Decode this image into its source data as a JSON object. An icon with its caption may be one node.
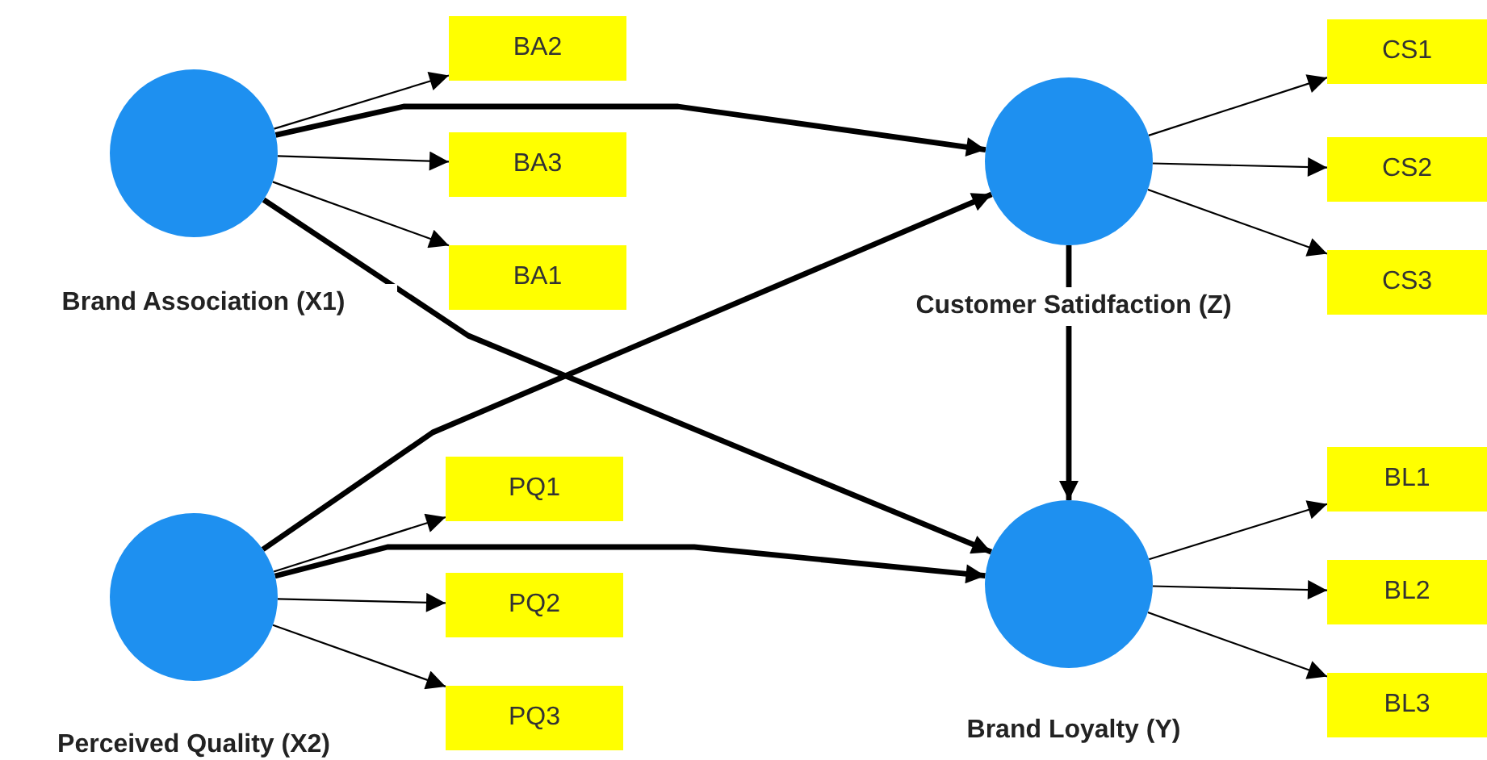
{
  "diagram": {
    "nodes": [
      {
        "text": [],
        "shape": "circle",
        "beside": [
          "Brand Association (X1)"
        ]
      },
      {
        "text": [
          "BA2"
        ]
      },
      {
        "text": [
          "BA3"
        ]
      },
      {
        "text": [
          "BA1"
        ]
      },
      {
        "text": [],
        "shape": "circle",
        "beside": [
          "Customer Satidfaction (Z)"
        ]
      },
      {
        "text": [
          "CS1"
        ]
      },
      {
        "text": [
          "CS2"
        ]
      },
      {
        "text": [
          "CS3"
        ]
      },
      {
        "text": [],
        "shape": "circle",
        "beside": [
          "Perceived Quality (X2)"
        ]
      },
      {
        "text": [
          "PQ1"
        ]
      },
      {
        "text": [
          "PQ2"
        ]
      },
      {
        "text": [
          "PQ3"
        ]
      },
      {
        "text": [],
        "shape": "circle",
        "beside": [
          "Brand Loyalty (Y)"
        ]
      },
      {
        "text": [
          "BL1"
        ]
      },
      {
        "text": [
          "BL2"
        ]
      },
      {
        "text": [
          "BL3"
        ]
      }
    ],
    "edges": [
      {
        "from": 0,
        "to": 1,
        "arrow": "to"
      },
      {
        "from": 0,
        "to": 2,
        "arrow": "to"
      },
      {
        "from": 0,
        "to": 3,
        "arrow": "to"
      },
      {
        "from": 0,
        "to": 4,
        "arrow": "to",
        "style": "thick"
      },
      {
        "from": 0,
        "to": 12,
        "arrow": "to",
        "style": "thick"
      },
      {
        "from": 4,
        "to": 5,
        "arrow": "to"
      },
      {
        "from": 4,
        "to": 6,
        "arrow": "to"
      },
      {
        "from": 4,
        "to": 7,
        "arrow": "to"
      },
      {
        "from": 4,
        "to": 12,
        "arrow": "to",
        "style": "thick"
      },
      {
        "from": 8,
        "to": 4,
        "arrow": "to",
        "style": "thick"
      },
      {
        "from": 8,
        "to": 9,
        "arrow": "to"
      },
      {
        "from": 8,
        "to": 10,
        "arrow": "to"
      },
      {
        "from": 8,
        "to": 11,
        "arrow": "to"
      },
      {
        "from": 8,
        "to": 12,
        "arrow": "to",
        "style": "thick"
      },
      {
        "from": 12,
        "to": 13,
        "arrow": "to"
      },
      {
        "from": 12,
        "to": 14,
        "arrow": "to"
      },
      {
        "from": 12,
        "to": 15,
        "arrow": "to"
      }
    ]
  }
}
